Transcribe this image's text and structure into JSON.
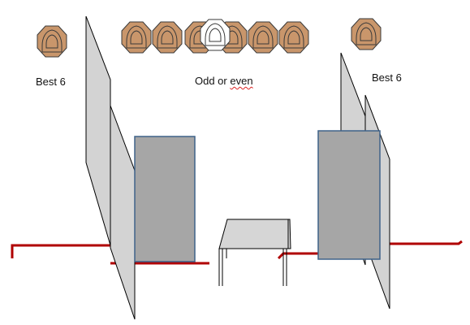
{
  "labels": {
    "left": "Best 6",
    "middle_prefix": "Odd or ",
    "middle_flagged": "even",
    "right": "Best 6"
  },
  "colors": {
    "target_fill": "#c9966b",
    "target_stroke": "#3a3a3a",
    "no_shoot_fill": "#ffffff",
    "wall_fill": "#d3d3d3",
    "barrel_fill": "#a6a6a6",
    "barrel_stroke": "#3f6289",
    "fault_line": "#b00000",
    "table_fill": "#d6d6d6"
  },
  "targets": {
    "left_count": 1,
    "middle_shoot_count": 6,
    "middle_no_shoot_count": 1,
    "right_count": 1
  }
}
